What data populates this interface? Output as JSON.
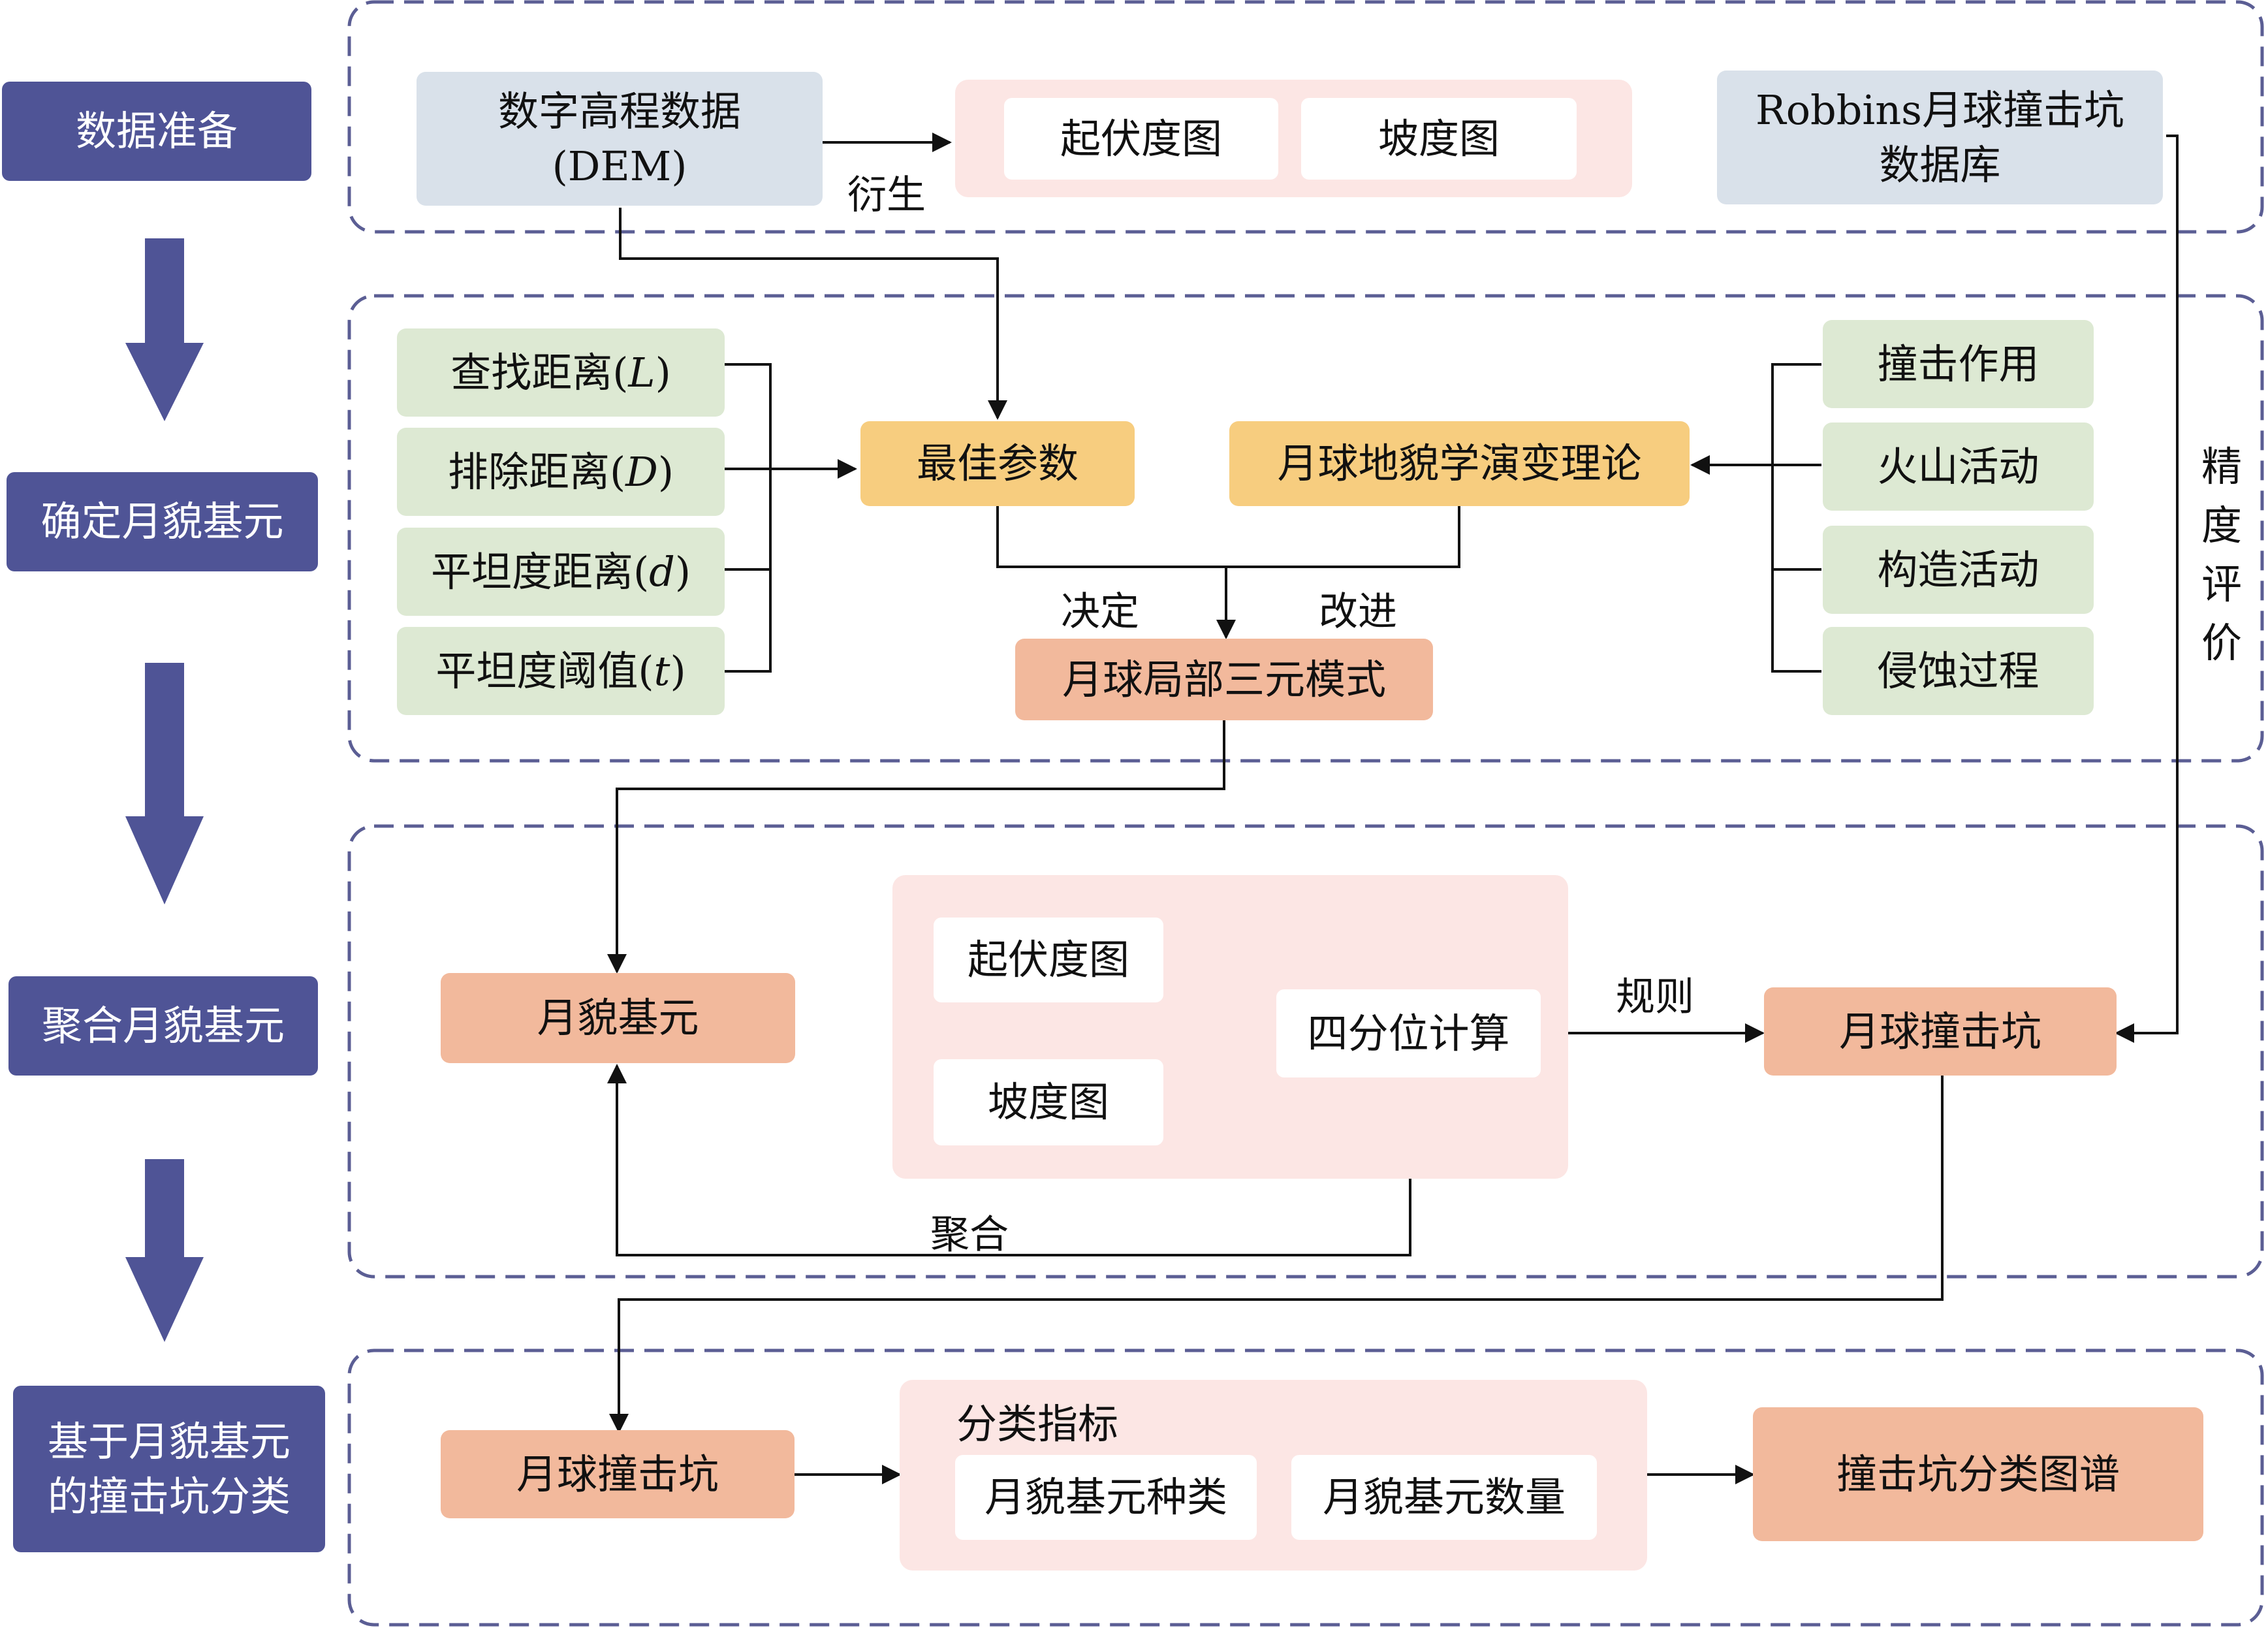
{
  "stages": {
    "data_prep": "数据准备",
    "determine_units": "确定月貌基元",
    "aggregate_units": "聚合月貌基元",
    "classify_line1": "基于月貌基元",
    "classify_line2": "的撞击坑分类"
  },
  "section1": {
    "dem_line1": "数字高程数据",
    "dem_line2": "(DEM)",
    "derive_label": "衍生",
    "relief_map": "起伏度图",
    "slope_map": "坡度图",
    "robbins_line1": "Robbins月球撞击坑",
    "robbins_line2": "数据库"
  },
  "section2": {
    "params": [
      {
        "prefix": "查找距离(",
        "var": "L",
        "suffix": ")"
      },
      {
        "prefix": "排除距离(",
        "var": "D",
        "suffix": ")"
      },
      {
        "prefix": "平坦度距离(",
        "var": "d",
        "suffix": ")"
      },
      {
        "prefix": "平坦度阈值(",
        "var": "t",
        "suffix": ")"
      }
    ],
    "best_params": "最佳参数",
    "theory": "月球地貌学演变理论",
    "processes": [
      "撞击作用",
      "火山活动",
      "构造活动",
      "侵蚀过程"
    ],
    "decide_label": "决定",
    "improve_label": "改进",
    "ternary_pattern": "月球局部三元模式"
  },
  "section3": {
    "landform_unit": "月貌基元",
    "relief_map": "起伏度图",
    "slope_map": "坡度图",
    "quartile": "四分位计算",
    "rule_label": "规则",
    "crater": "月球撞击坑",
    "aggregate_label": "聚合"
  },
  "section4": {
    "crater": "月球撞击坑",
    "indicators_title": "分类指标",
    "unit_types": "月貌基元种类",
    "unit_count": "月貌基元数量",
    "atlas": "撞击坑分类图谱"
  },
  "accuracy_label": [
    "精",
    "度",
    "评",
    "价"
  ],
  "colors": {
    "stage_label": "#4f5496",
    "dashed_border": "#5b5e94",
    "blue_box": "#d9e1ea",
    "pink_panel": "#fce6e4",
    "green_box": "#dde9d3",
    "yellow_box": "#f7cd7f",
    "salmon_box": "#f2b99c"
  }
}
